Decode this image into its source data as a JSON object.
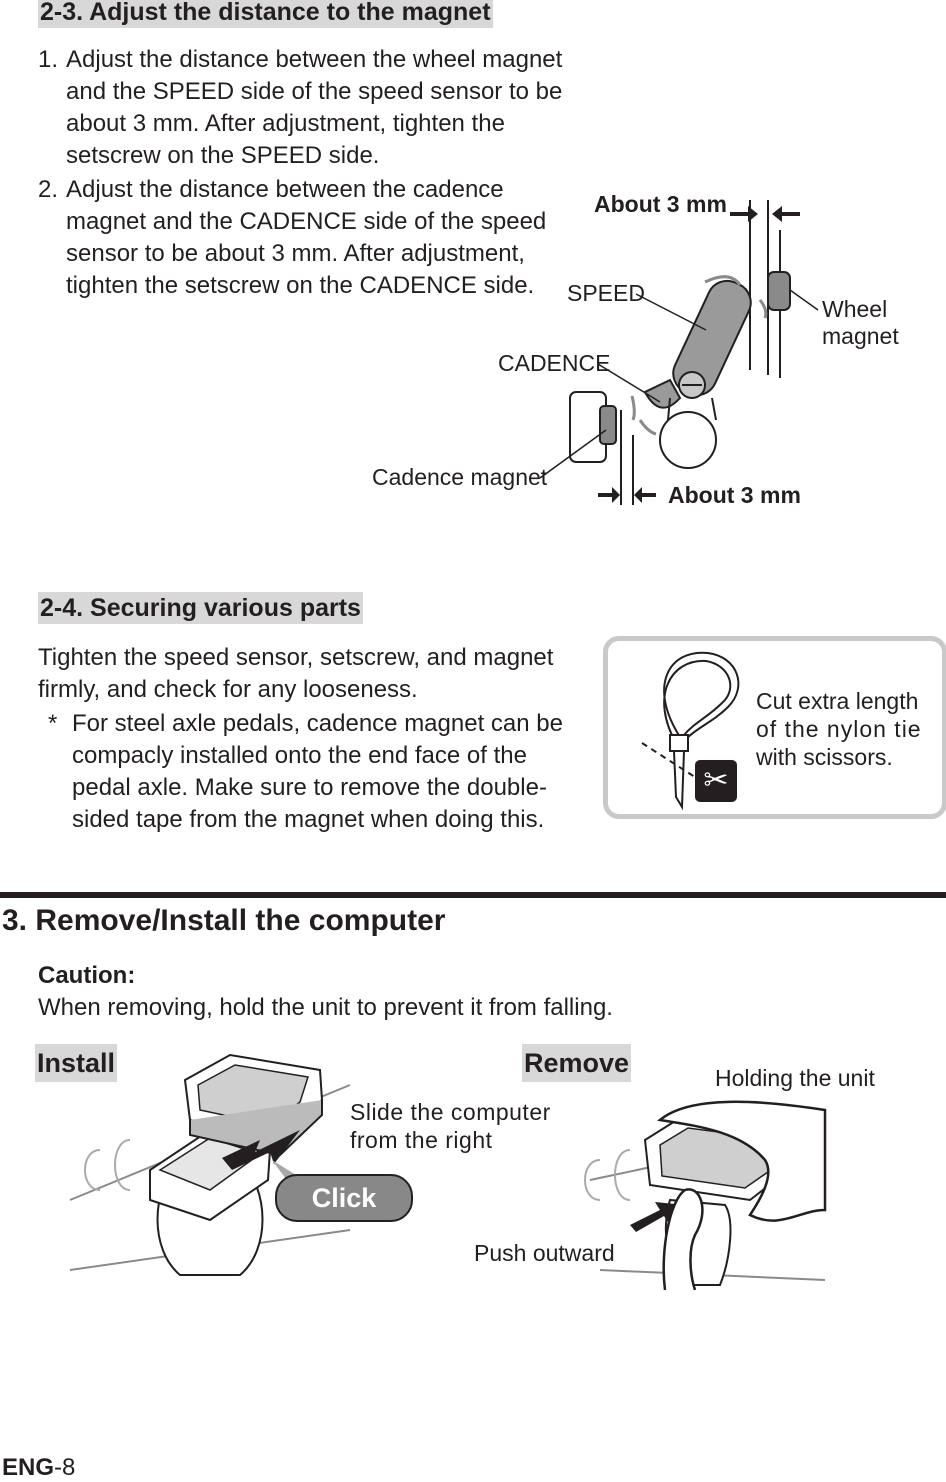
{
  "section_2_3": {
    "title": "2-3. Adjust the distance to the magnet",
    "steps": [
      {
        "num": "1.",
        "text": "Adjust the distance between the wheel magnet and the SPEED side of the speed sensor to be about 3 mm. After adjustment, tighten the setscrew on the SPEED side."
      },
      {
        "num": "2.",
        "text": "Adjust the distance between the cadence magnet and the CADENCE side of the speed sensor to be about 3 mm. After adjustment, tighten the setscrew on the CADENCE side."
      }
    ],
    "figure": {
      "about_top": "About 3 mm",
      "speed": "SPEED",
      "wheel_magnet_1": "Wheel",
      "wheel_magnet_2": "magnet",
      "cadence": "CADENCE",
      "cadence_magnet": "Cadence magnet",
      "about_bottom": "About 3 mm"
    }
  },
  "section_2_4": {
    "title": "2-4. Securing various parts",
    "para": "Tighten the speed sensor, setscrew, and magnet firmly, and check for any looseness.",
    "note_mark": "*",
    "note": "For steel axle pedals, cadence magnet can be compacly installed onto the end face of the pedal axle.  Make sure to remove the double-sided tape from the magnet when doing this.",
    "tip_lines": [
      "Cut extra length",
      "of the nylon tie",
      "with scissors."
    ]
  },
  "section_3": {
    "title": "3. Remove/Install the computer",
    "caution_label": "Caution:",
    "caution_text": "When removing, hold the unit to prevent it from falling.",
    "install_label": "Install",
    "remove_label": "Remove",
    "slide_1": "Slide the computer",
    "slide_2": "from the right",
    "click": "Click",
    "holding": "Holding the unit",
    "push": "Push outward"
  },
  "footer": {
    "page_prefix": "ENG",
    "page_num": "-8"
  }
}
